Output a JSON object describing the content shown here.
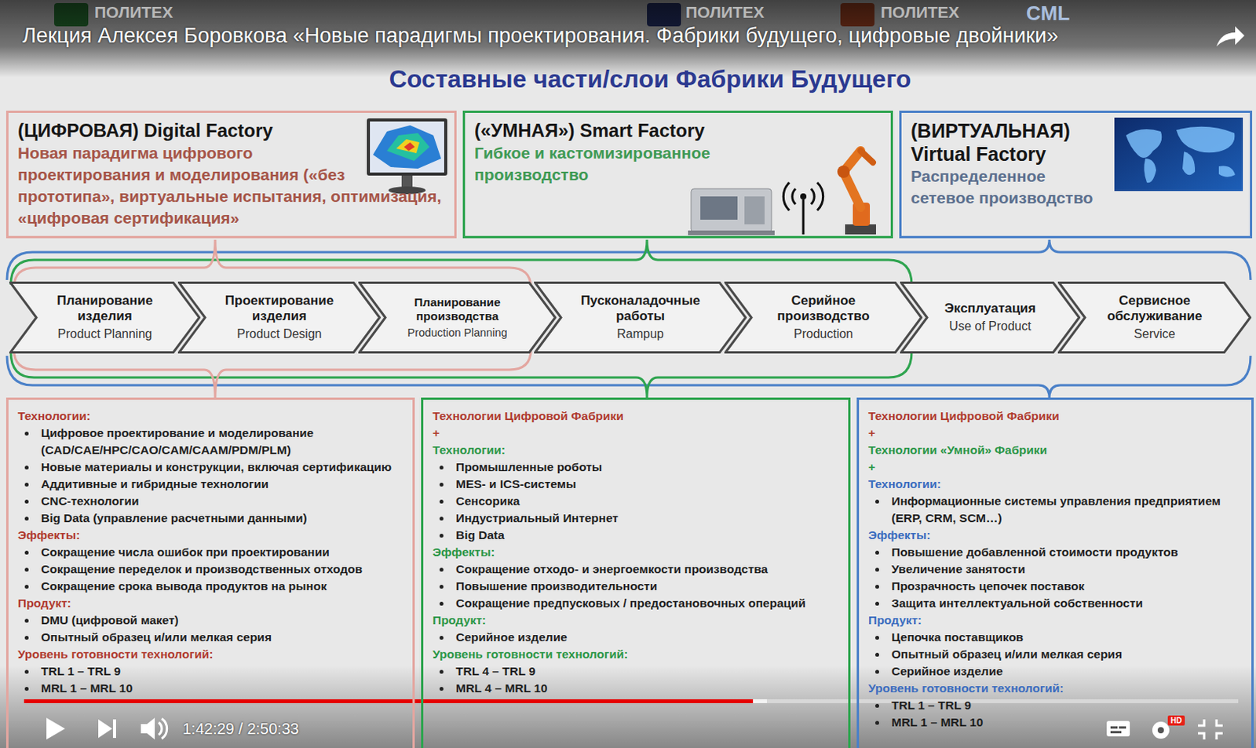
{
  "diagram": {
    "title": "Составные части/слои Фабрики Будущего",
    "nodes": [
      {
        "text": [
          "(ЦИФРОВАЯ) Digital Factory",
          "Новая парадигма цифрового проектирования и моделирования («без прототипа», виртуальные испытания, оптимизация, «цифровая сертификация»"
        ]
      },
      {
        "text": [
          "(«УМНАЯ») Smart Factory",
          "Гибкое и кастомизированное производство"
        ]
      },
      {
        "text": [
          "(ВИРТУАЛЬНАЯ) Virtual Factory",
          "Распределенное сетевое производство"
        ]
      },
      {
        "text": [
          "Планирование изделия",
          "Product Planning"
        ]
      },
      {
        "text": [
          "Проектирование изделия",
          "Product Design"
        ]
      },
      {
        "text": [
          "Планирование производства",
          "Production Planning"
        ]
      },
      {
        "text": [
          "Пусконаладочные работы",
          "Rampup"
        ]
      },
      {
        "text": [
          "Серийное производство",
          "Production"
        ]
      },
      {
        "text": [
          "Эксплуатация",
          "Use of Product"
        ]
      },
      {
        "text": [
          "Сервисное обслуживание",
          "Service"
        ]
      },
      {
        "text": [
          "Технологии:",
          "Цифровое проектирование и моделирование (CAD/CAE/HPC/CAO/CAM/CAAM/PDM/PLM)",
          "Новые материалы и конструкции, включая сертификацию",
          "Аддитивные и гибридные технологии",
          "CNC-технологии",
          "Big Data (управление расчетными данными)",
          "Эффекты:",
          "Сокращение числа ошибок при проектировании",
          "Сокращение переделок и производственных отходов",
          "Сокращение срока вывода продуктов на рынок",
          "Продукт:",
          "DMU (цифровой макет)",
          "Опытный образец и/или мелкая серия",
          "Уровень готовности технологий:",
          "TRL 1 – TRL 9",
          "MRL 1 – MRL 10"
        ]
      },
      {
        "text": [
          "Технологии Цифровой Фабрики",
          "+",
          "Технологии:",
          "Промышленные роботы",
          "MES- и ICS-системы",
          "Сенсорика",
          "Индустриальный Интернет",
          "Big Data",
          "Эффекты:",
          "Сокращение отходо- и энергоемкости производства",
          "Повышение производительности",
          "Сокращение предпусковых / предостановочных операций",
          "Продукт:",
          "Серийное изделие",
          "Уровень готовности технологий:",
          "TRL 4 – TRL 9",
          "MRL 4 – MRL 10"
        ]
      },
      {
        "text": [
          "Технологии Цифровой Фабрики",
          "+",
          "Технологии «Умной» Фабрики",
          "+",
          "Технологии:",
          "Информационные системы управления предприятием (ERP, CRM, SCM…)",
          "Эффекты:",
          "Повышение добавленной стоимости продуктов",
          "Увеличение занятости",
          "Прозрачность цепочек поставок",
          "Защита интеллектуальной собственности",
          "Продукт:",
          "Цепочка поставщиков",
          "Опытный образец и/или мелкая серия",
          "Серийное изделие",
          "Уровень готовности технологий:",
          "TRL 1 – TRL 9",
          "MRL 1 – MRL 10"
        ]
      }
    ],
    "labels": [
      "Лекция Алексея Боровкова «Новые парадигмы проектирования. Фабрики будущего, цифровые двойники»",
      "ПОЛИТЕХ",
      "ПОЛИТЕХ",
      "ПОЛИТЕХ",
      "CML",
      "1:42:29 / 2:50:33",
      "HD"
    ]
  }
}
